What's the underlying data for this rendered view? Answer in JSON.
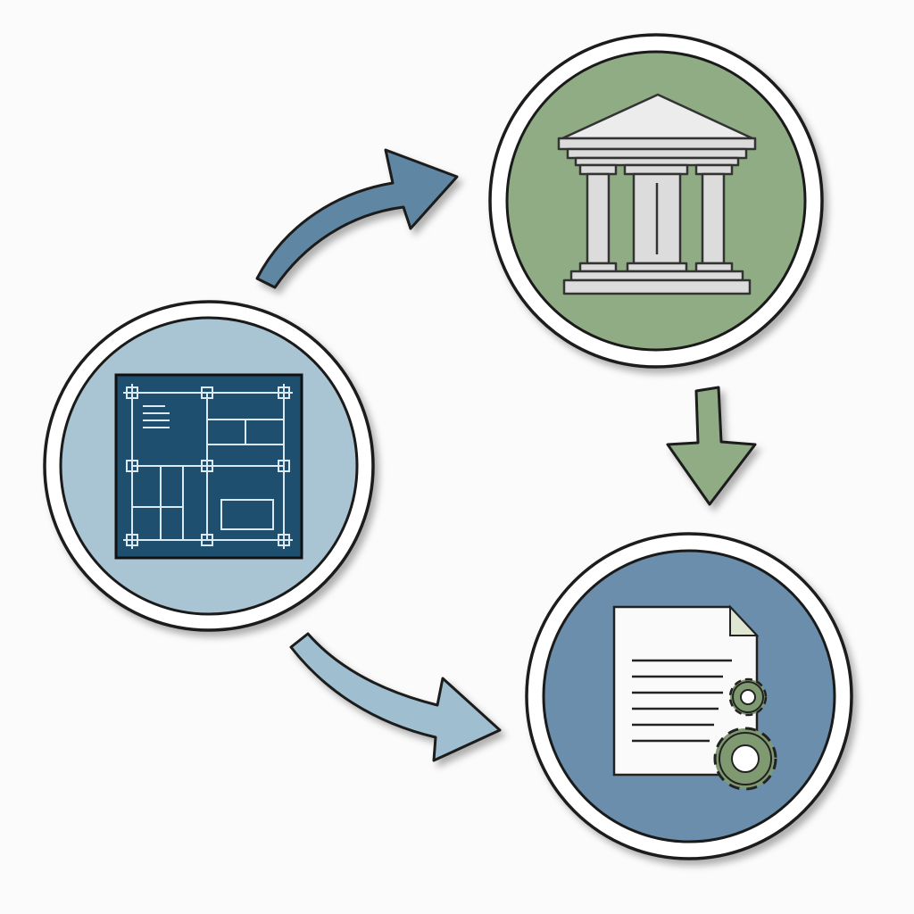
{
  "colors": {
    "background": "#fbfbfb",
    "outline": "#1a1a1a",
    "blueprint_circle": "#a9c4d2",
    "blueprint_panel": "#1f4f6f",
    "blueprint_lines": "#dbe9f2",
    "institution_circle": "#8fac85",
    "temple": "#dcdcdc",
    "document_circle": "#6a8eab",
    "gear": "#7f9a70",
    "arrow_top": "#5e86a3",
    "arrow_down": "#8fac85",
    "arrow_bottom": "#9fbfd0"
  },
  "nodes": [
    {
      "id": "blueprint",
      "icon": "blueprint-floorplan-icon"
    },
    {
      "id": "institution",
      "icon": "classical-building-icon"
    },
    {
      "id": "document",
      "icon": "document-with-gears-icon"
    }
  ],
  "edges": [
    {
      "from": "blueprint",
      "to": "institution",
      "icon": "curved-arrow-icon"
    },
    {
      "from": "institution",
      "to": "document",
      "icon": "down-arrow-icon"
    },
    {
      "from": "blueprint",
      "to": "document",
      "icon": "curved-arrow-icon"
    }
  ]
}
